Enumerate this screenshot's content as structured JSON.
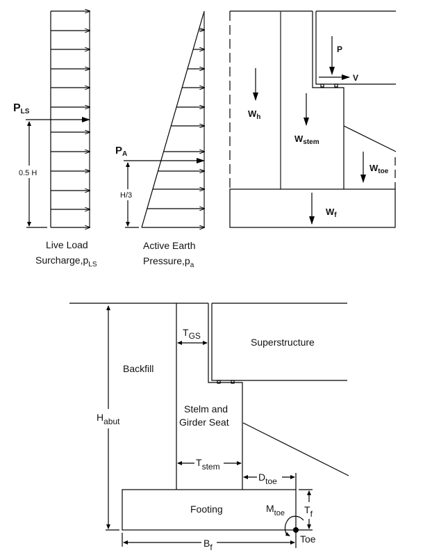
{
  "diagram1": {
    "caption_line1": "Live Load",
    "caption_line2_main": "Surcharge,p",
    "caption_line2_sub": "LS",
    "resultant_main": "P",
    "resultant_sub": "LS",
    "dimension": "0.5 H"
  },
  "diagram2": {
    "caption_line1": "Active Earth",
    "caption_line2_main": "Pressure,p",
    "caption_line2_sub": "a",
    "resultant_main": "P",
    "resultant_sub": "A",
    "dimension": "H/3"
  },
  "diagram3": {
    "loads": [
      {
        "main": "W",
        "sub": "h"
      },
      {
        "main": "W",
        "sub": "stem"
      },
      {
        "main": "W",
        "sub": "toe"
      },
      {
        "main": "W",
        "sub": "f"
      }
    ],
    "P": "P",
    "V": "V"
  },
  "diagram4": {
    "labels": {
      "backfill": "Backfill",
      "superstructure": "Superstructure",
      "stem_line1": "Stelm and",
      "stem_line2": "Girder Seat",
      "footing": "Footing",
      "toe": "Toe"
    },
    "dimensions": {
      "habut_main": "H",
      "habut_sub": "abut",
      "tgs_main": "T",
      "tgs_sub": "GS",
      "tstem_main": "T",
      "tstem_sub": "stem",
      "dtoe_main": "D",
      "dtoe_sub": "toe",
      "tf_main": "T",
      "tf_sub": "f",
      "bf_main": "B",
      "bf_sub": "f",
      "mtoe_main": "M",
      "mtoe_sub": "toe"
    }
  }
}
